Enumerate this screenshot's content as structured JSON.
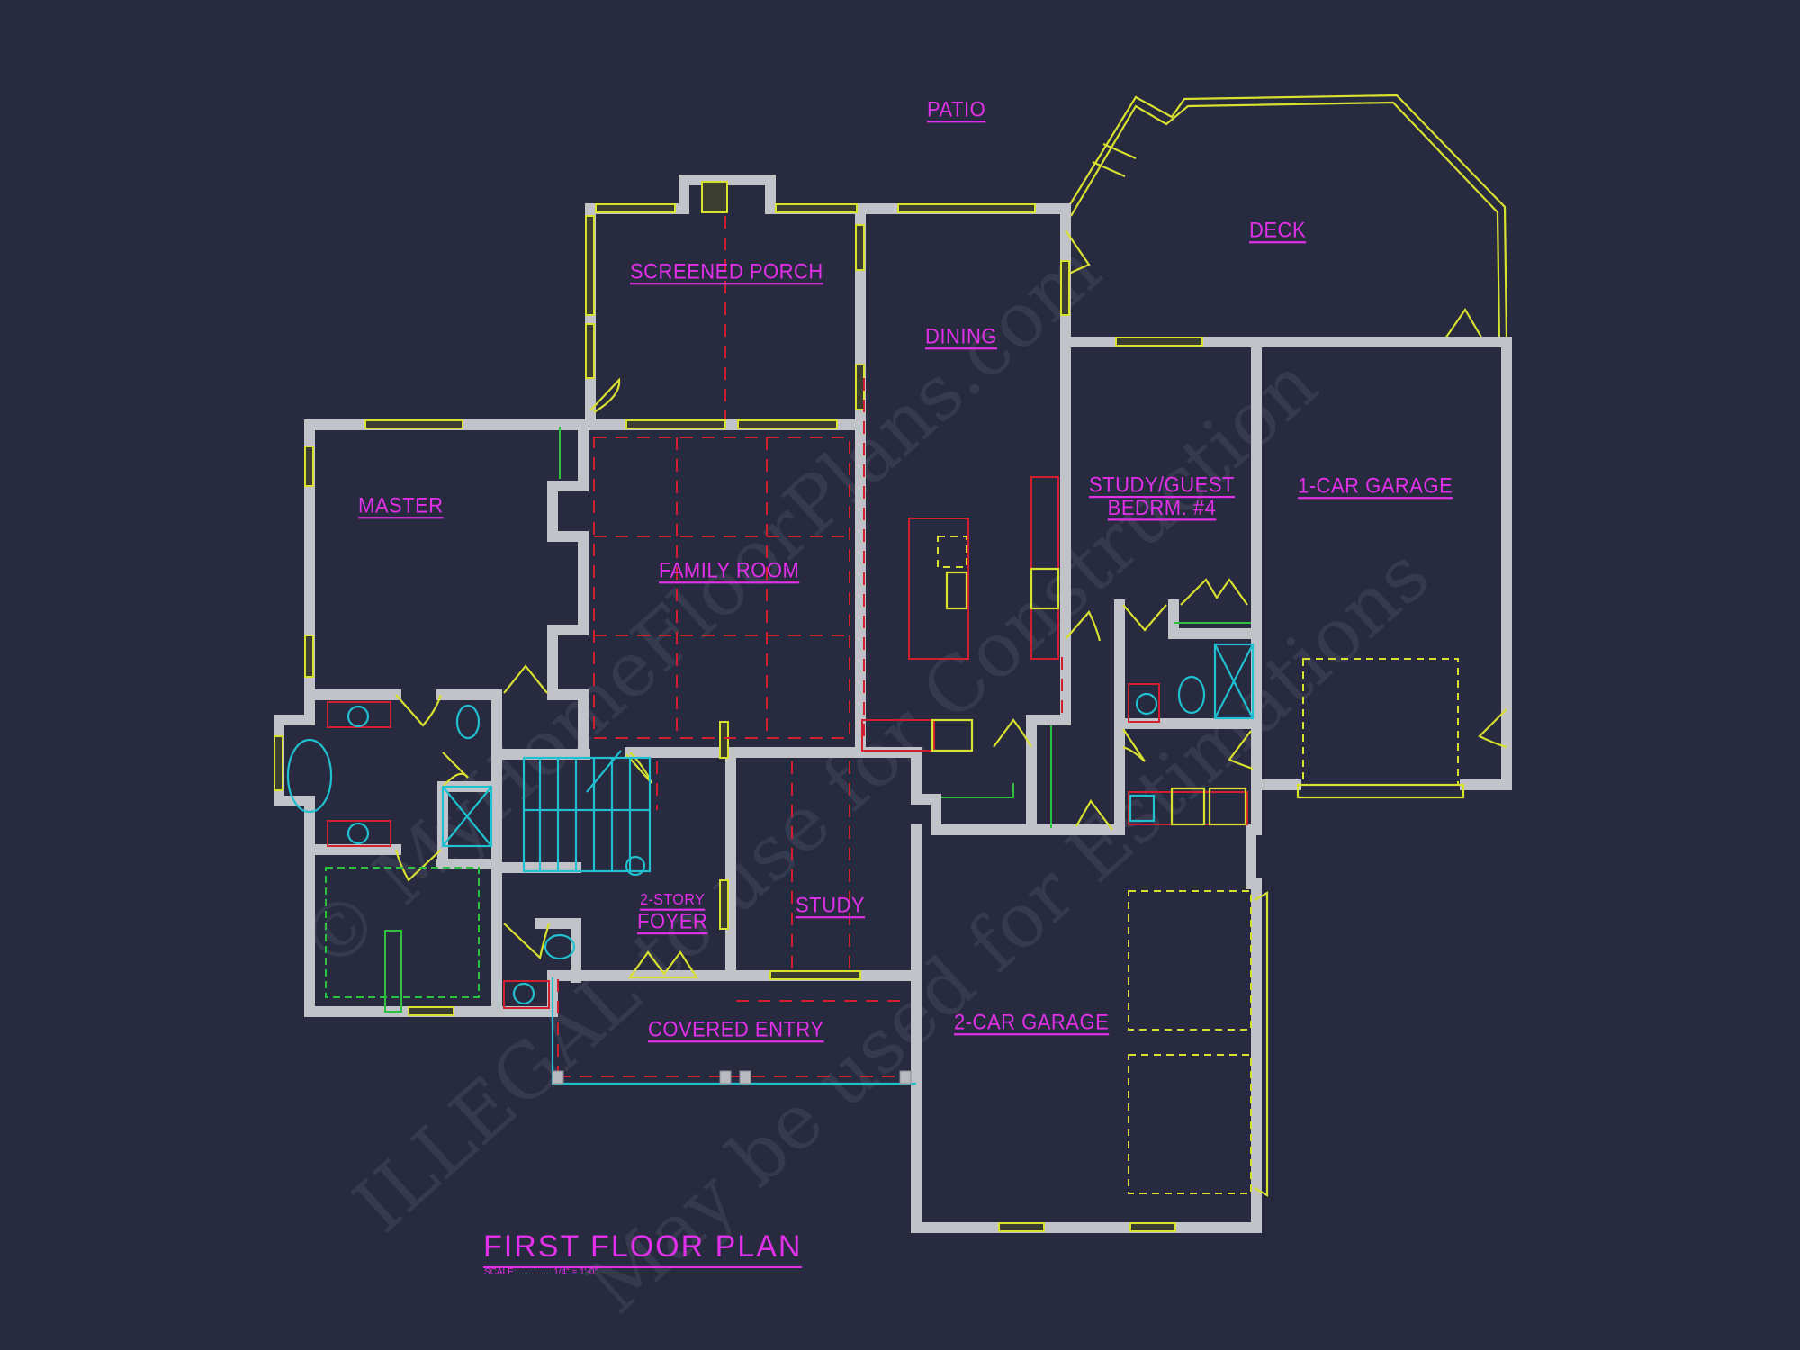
{
  "drawing": {
    "title": "FIRST FLOOR PLAN",
    "scale_text": "SCALE: ..............1/4\" = 1'-0\"",
    "background_color": "#282a3f",
    "label_color": "#e030e8",
    "wall_color": "#b9bac0",
    "window_door_color": "#d8e030",
    "fixture_color": "#20c0d0",
    "ceiling_dash_color": "#d02030"
  },
  "rooms": {
    "patio": "PATIO",
    "screened_porch": "SCREENED PORCH",
    "dining": "DINING",
    "deck": "DECK",
    "master": "MASTER",
    "family_room": "FAMILY ROOM",
    "study_guest_line1": "STUDY/GUEST",
    "study_guest_line2": "BEDRM. #4",
    "one_car_garage": "1-CAR GARAGE",
    "foyer_line1": "2-STORY",
    "foyer_line2": "FOYER",
    "study": "STUDY",
    "covered_entry": "COVERED ENTRY",
    "two_car_garage": "2-CAR GARAGE"
  },
  "watermark": {
    "line1": "© MyHomeFloorPlans.com",
    "line2": "ILLEGAL to use for Construction",
    "line3": "May be used for Estimations"
  }
}
